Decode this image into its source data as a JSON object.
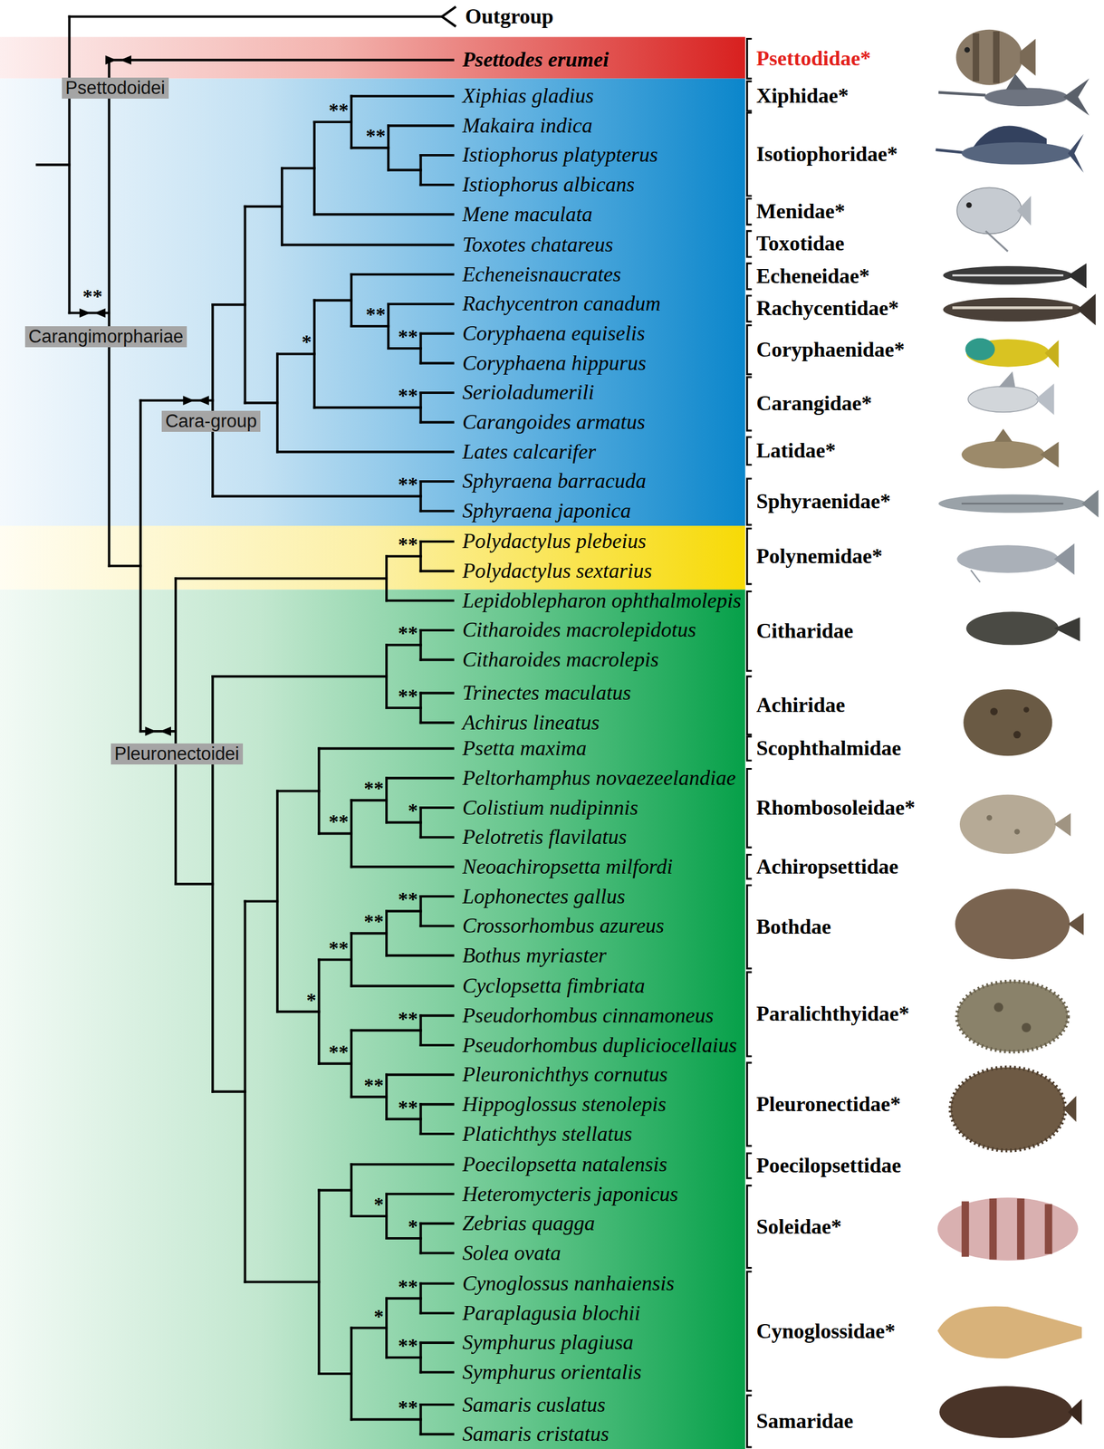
{
  "diagram": {
    "nodes": [
      {
        "text": [
          "Psettodoidei"
        ]
      },
      {
        "text": [
          "Carangimorphariae"
        ]
      },
      {
        "text": [
          "Cara-group"
        ]
      },
      {
        "text": [
          "Pleuronectoidei"
        ]
      }
    ],
    "labels": [
      "Outgroup",
      "Psettodes erumei",
      "Xiphias gladius",
      "Makaira indica",
      "Istiophorus platypterus",
      "Istiophorus albicans",
      "Mene maculata",
      "Toxotes chatareus",
      "Echeneisnaucrates",
      "Rachycentron canadum",
      "Coryphaena equiselis",
      "Coryphaena hippurus",
      "Serioladumerili",
      "Carangoides armatus",
      "Lates calcarifer",
      "Sphyraena barracuda",
      "Sphyraena japonica",
      "Polydactylus plebeius",
      "Polydactylus sextarius",
      "Lepidoblepharon ophthalmolepis",
      "Citharoides macrolepidotus",
      "Citharoides macrolepis",
      "Trinectes maculatus",
      "Achirus lineatus",
      "Psetta maxima",
      "Peltorhamphus novaezeelandiae",
      "Colistium nudipinnis",
      "Pelotretis flavilatus",
      "Neoachiropsetta milfordi",
      "Lophonectes gallus",
      "Crossorhombus azureus",
      "Bothus myriaster",
      "Cyclopsetta fimbriata",
      "Pseudorhombus cinnamoneus",
      "Pseudorhombus dupliciocellaius",
      "Pleuronichthys cornutus",
      "Hippoglossus stenolepis",
      "Platichthys stellatus",
      "Poecilopsetta natalensis",
      "Heteromycteris japonicus",
      "Zebrias quagga",
      "Solea ovata",
      "Cynoglossus nanhaiensis",
      "Paraplagusia blochii",
      "Symphurus plagiusa",
      "Symphurus orientalis",
      "Samaris cuslatus",
      "Samaris cristatus",
      "Psettodidae*",
      "Xiphidae*",
      "Isotiophoridae*",
      "Menidae*",
      "Toxotidae",
      "Echeneidae*",
      "Rachycentidae*",
      "Coryphaenidae*",
      "Carangidae*",
      "Latidae*",
      "Sphyraenidae*",
      "Polynemidae*",
      "Citharidae",
      "Achiridae",
      "Scophthalmidae",
      "Rhombosoleidae*",
      "Achiropsettidae",
      "Bothdae",
      "Paralichthyidae*",
      "Pleuronectidae*",
      "Poecilopsettidae",
      "Soleidae*",
      "Cynoglossidae*",
      "Samaridae",
      "**",
      "**",
      "**",
      "**",
      "**",
      "*",
      "**",
      "**",
      "**",
      "**",
      "**",
      "**",
      "*",
      "**",
      "**",
      "**",
      "**",
      "*",
      "**",
      "**",
      "**",
      "**",
      "*",
      "*",
      "**",
      "*",
      "**",
      "**"
    ]
  }
}
